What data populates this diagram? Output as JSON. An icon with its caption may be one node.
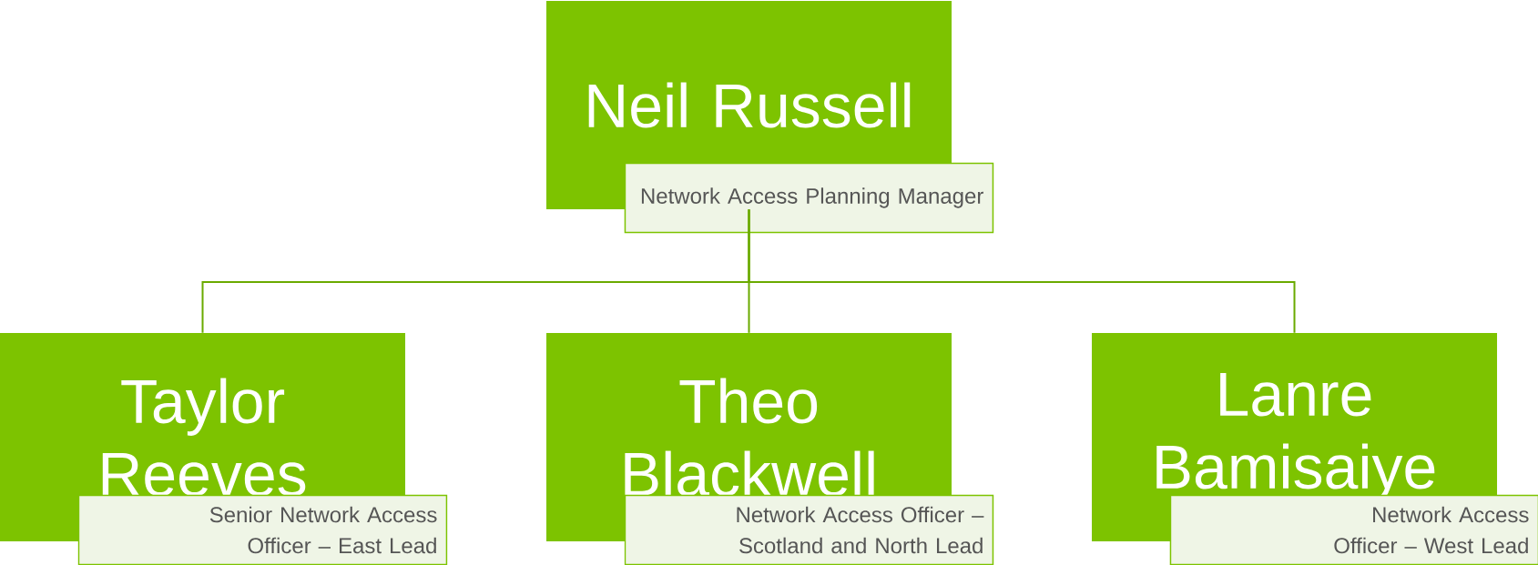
{
  "diagram": {
    "nodes": [
      {
        "text": [
          "Neil Russell",
          "Network Access Planning Manager"
        ]
      },
      {
        "text": [
          "Taylor Reeves",
          "Senior Network Access Officer – East Lead"
        ]
      },
      {
        "text": [
          "Theo Blackwell",
          "Network Access Officer – Scotland and North Lead"
        ]
      },
      {
        "text": [
          "Lanre Bamisaiye",
          "Network Access Officer – West Lead"
        ]
      }
    ],
    "edges": [
      {
        "from": 0,
        "to": 1,
        "arrow": "none"
      },
      {
        "from": 0,
        "to": 2,
        "arrow": "none"
      },
      {
        "from": 0,
        "to": 3,
        "arrow": "none"
      }
    ]
  }
}
